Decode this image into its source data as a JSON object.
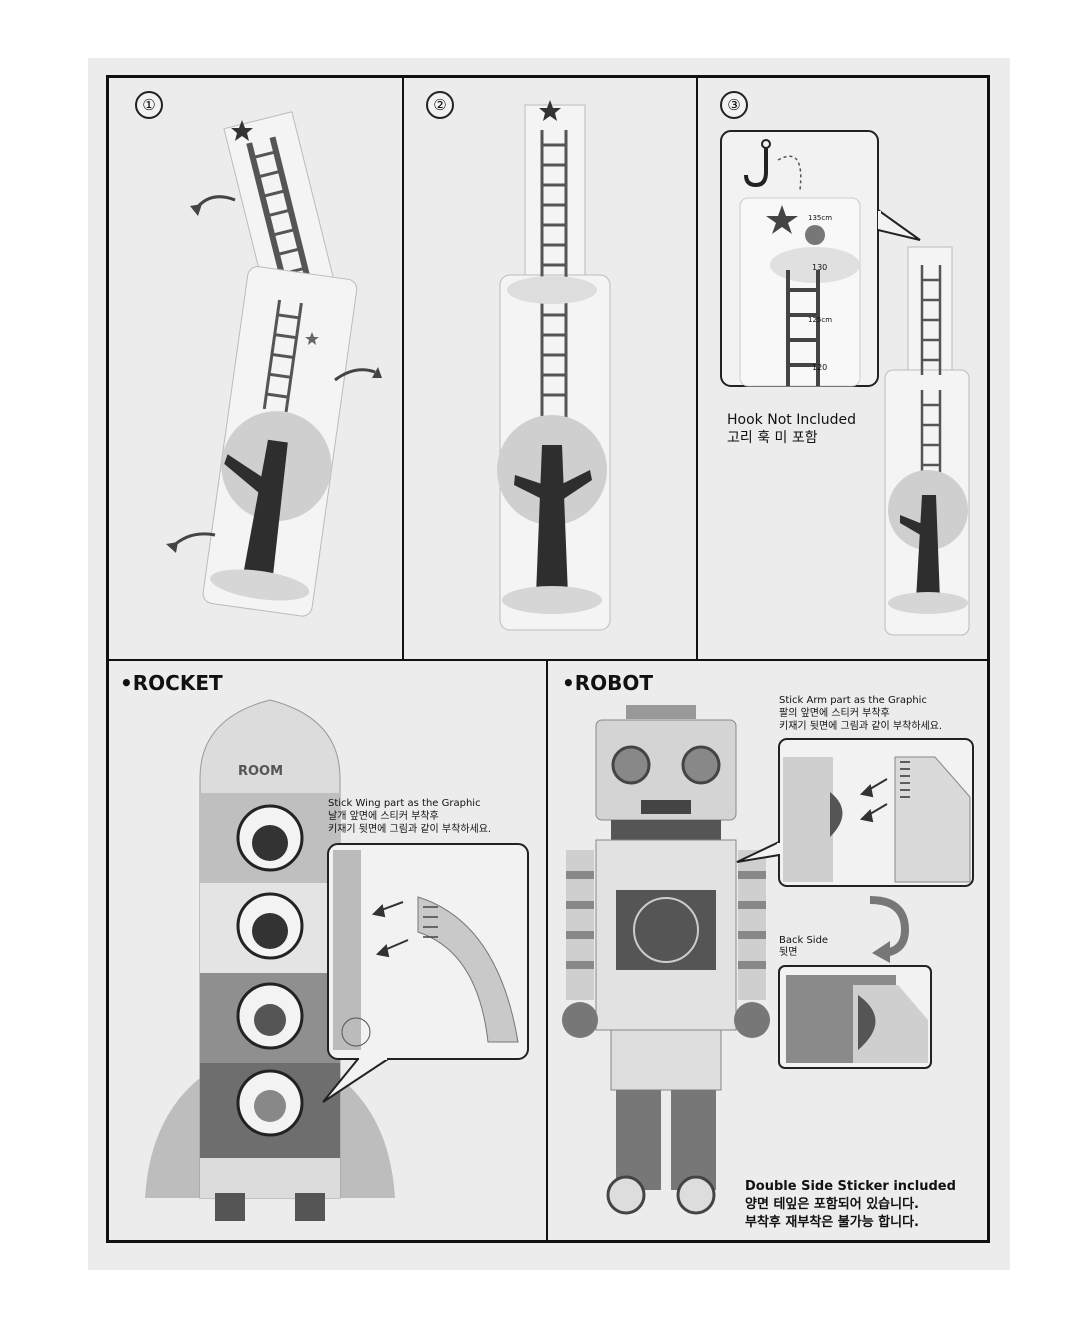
{
  "steps": {
    "one": "①",
    "two": "②",
    "three": "③"
  },
  "step3": {
    "hook_note_en": "Hook Not Included",
    "hook_note_ko": "고리 훅 미 포함",
    "ruler_marks": [
      "135cm",
      "130",
      "125cm",
      "120"
    ]
  },
  "rocket": {
    "title": "•ROCKET",
    "room_text": "ROOM",
    "instruction": [
      "Stick Wing part as the Graphic",
      "날개 앞면에 스티커 부착후",
      "키재기 뒷면에 그림과 같이 부착하세요."
    ]
  },
  "robot": {
    "title": "•ROBOT",
    "instruction": [
      "Stick Arm part as the Graphic",
      "팔의 앞면에 스티커 부착후",
      "키재기 뒷면에 그림과 같이 부착하세요."
    ],
    "back_side_en": "Back Side",
    "back_side_ko": "뒷면",
    "sticker_note": [
      "Double Side Sticker included",
      "양면 테잎은 포함되어 있습니다.",
      "부착후 재부착은 불가능 합니다."
    ]
  },
  "colors": {
    "frame": "#111111",
    "paper": "#ececec",
    "graphic_dark": "#3a3a3a",
    "graphic_mid": "#8a8a8a",
    "graphic_light": "#c8c8c8"
  }
}
